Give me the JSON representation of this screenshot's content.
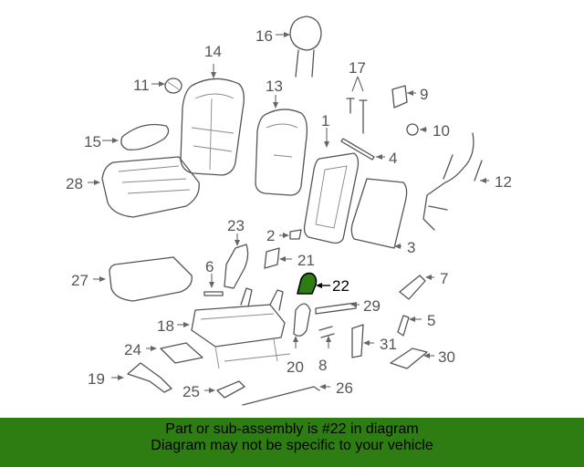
{
  "diagram": {
    "highlighted_part": "22",
    "highlight_color": "#2e7d12",
    "callouts": [
      "16",
      "14",
      "11",
      "13",
      "17",
      "9",
      "1",
      "10",
      "15",
      "4",
      "28",
      "12",
      "3",
      "23",
      "2",
      "21",
      "27",
      "6",
      "22",
      "7",
      "29",
      "18",
      "5",
      "20",
      "8",
      "31",
      "24",
      "30",
      "19",
      "25",
      "26"
    ]
  },
  "footer": {
    "line1": "Part or sub-assembly is #22 in diagram",
    "line2": "Diagram may not be specific to your vehicle",
    "background": "#2e7d12"
  }
}
